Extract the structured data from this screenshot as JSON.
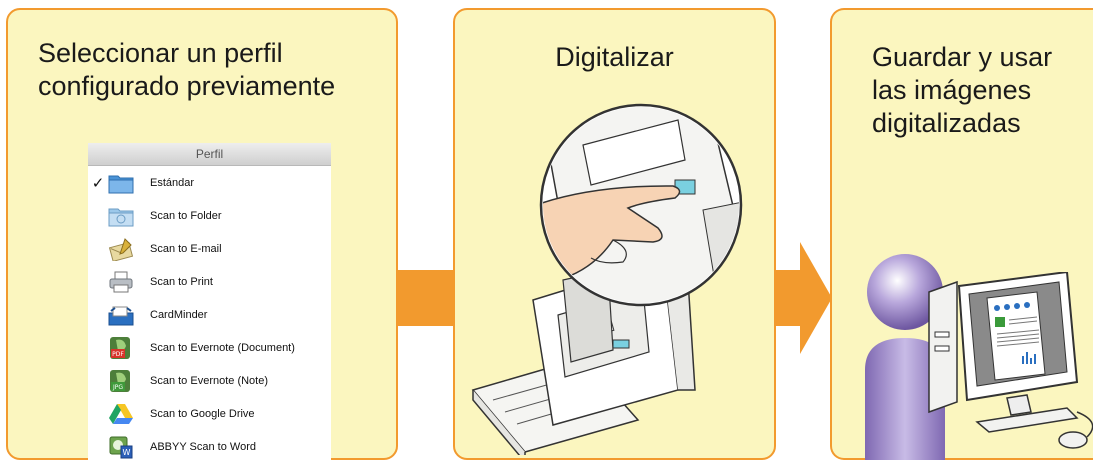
{
  "panels": [
    {
      "title": "Seleccionar un perfil\nconfigurado previamente"
    },
    {
      "title": "Digitalizar"
    },
    {
      "title": "Guardar y usar\nlas imágenes\ndigitalizadas"
    }
  ],
  "menu": {
    "header": "Perfil",
    "items": [
      {
        "label": "Estándar",
        "checked": true,
        "icon": "folder-icon"
      },
      {
        "label": "Scan to Folder",
        "icon": "folder-icon"
      },
      {
        "label": "Scan to E-mail",
        "icon": "email-icon"
      },
      {
        "label": "Scan to Print",
        "icon": "printer-icon"
      },
      {
        "label": "CardMinder",
        "icon": "cardminder-icon"
      },
      {
        "label": "Scan to Evernote (Document)",
        "icon": "evernote-pdf-icon"
      },
      {
        "label": "Scan to Evernote (Note)",
        "icon": "evernote-jpg-icon"
      },
      {
        "label": "Scan to Google Drive",
        "icon": "google-drive-icon"
      },
      {
        "label": "ABBYY Scan to Word",
        "icon": "abbyy-icon"
      }
    ],
    "check_mark": "✓",
    "icon_badges": {
      "pdf": "PDF",
      "jpg": "JPG"
    }
  },
  "colors": {
    "panel_bg": "#fbf6bf",
    "panel_border": "#f29a2e",
    "arrow": "#f29a2e",
    "person": "#8e78b8"
  }
}
